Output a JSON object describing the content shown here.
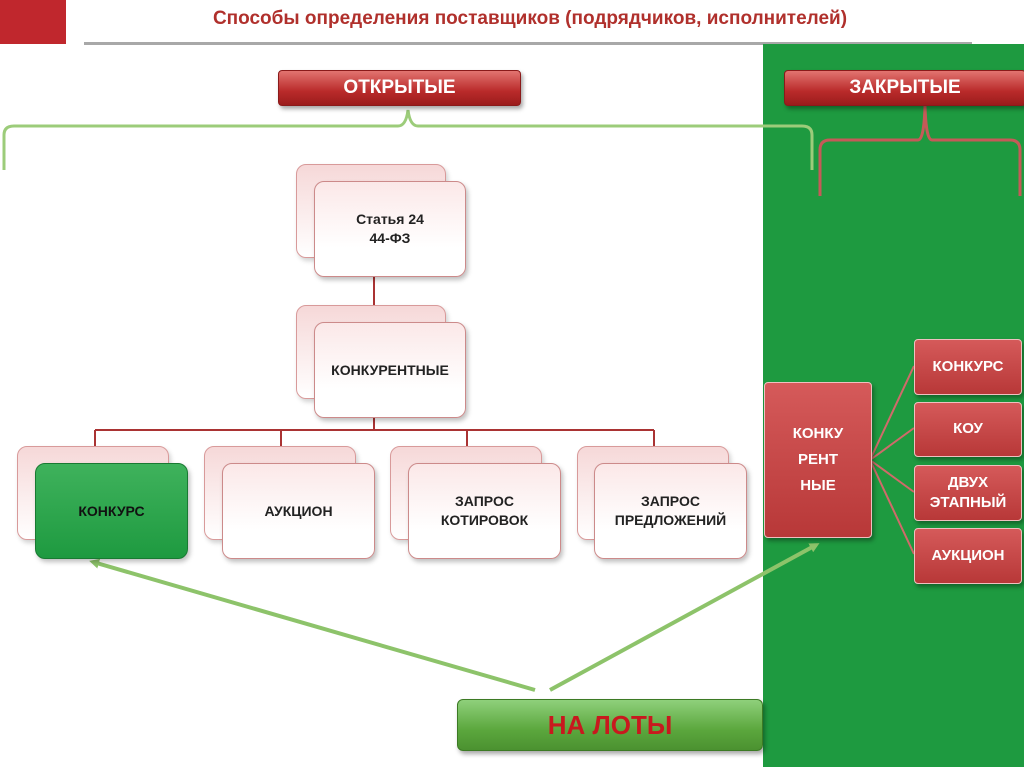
{
  "title": "Способы определения поставщиков (подрядчиков, исполнителей)",
  "colors": {
    "accent_red": "#b0302c",
    "panel_green": "#1e9a40",
    "connector_red": "#a33",
    "arrow_green": "#8dc36a"
  },
  "categories": {
    "open_label": "ОТКРЫТЫЕ",
    "closed_label": "ЗАКРЫТЫЕ"
  },
  "tree": {
    "root": "Статья 24\n44-ФЗ",
    "level2": "КОНКУРЕНТНЫЕ",
    "children": [
      "КОНКУРС",
      "АУКЦИОН",
      "ЗАПРОС\nКОТИРОВОК",
      "ЗАПРОС\nПРЕДЛОЖЕНИЙ"
    ]
  },
  "closed": {
    "main": "КОНКУ\nРЕНТ\nНЫЕ",
    "items": [
      "КОНКУРС",
      "КОУ",
      "ДВУХ\nЭТАПНЫЙ",
      "АУКЦИОН"
    ]
  },
  "lots_label": "НА ЛОТЫ"
}
